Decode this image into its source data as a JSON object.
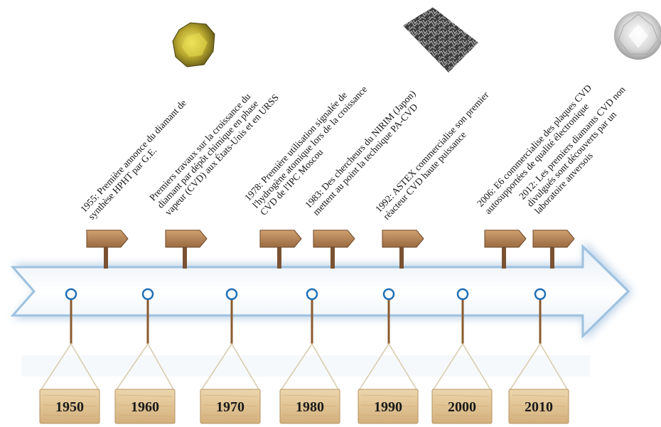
{
  "colors": {
    "arrow_fill": "#f4f8fc",
    "arrow_edge": "#8fb8d9",
    "arrow_glow": "#6f9fcc",
    "marker_ring": "#1f6fb5",
    "wood": "#b7865a",
    "wood_dark": "#7a5232",
    "string": "#d9ccb0",
    "plank": "#e3c79a"
  },
  "decades": [
    "1950",
    "1960",
    "1970",
    "1980",
    "1990",
    "2000",
    "2010"
  ],
  "events": [
    "1955: Première annonce du diamant de synthèse HPHT par G.E.",
    "Premiers travaux sur la croissance du diamant par dépôt chimique en phase vapeur (CVD) aux États-Unis et en URSS",
    "1978: Première utilisation signalée de l'hydrogène atomique lors de la croissance CVD de l'IPC Moscou",
    "1983: Des chercheurs du NIRIM (Japon) mettent au point la technique PA-CVD",
    "1992: ASTEX commercialise son premier réacteur CVD haute puissance",
    "2006: E6 commercialise des plaques CVD autosupportées de qualité électronique",
    "2012: Les premiers diamants CVD non divulgués sont découverts par un laboratoire anversois"
  ],
  "images": [
    "yellow-rough-diamond",
    "diamond-film-micrograph",
    "cut-diamond"
  ]
}
